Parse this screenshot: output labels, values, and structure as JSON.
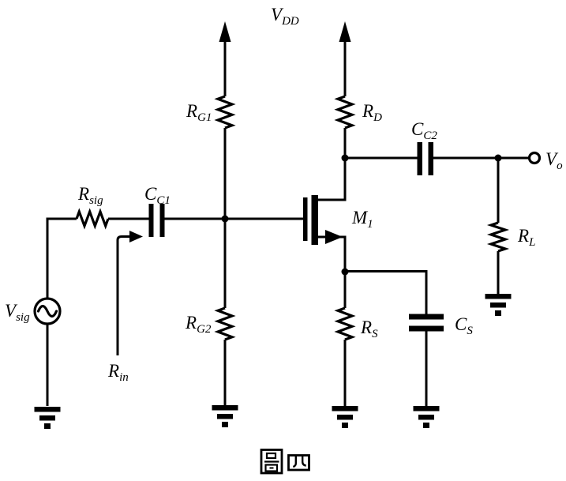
{
  "caption": {
    "text": "圖四"
  },
  "labels": {
    "vdd": {
      "main": "V",
      "sub": "DD"
    },
    "rg1": {
      "main": "R",
      "sub": "G1"
    },
    "rd": {
      "main": "R",
      "sub": "D"
    },
    "cc2": {
      "main": "C",
      "sub": "C2"
    },
    "vo": {
      "main": "V",
      "sub": "o"
    },
    "rsig": {
      "main": "R",
      "sub": "sig"
    },
    "cc1": {
      "main": "C",
      "sub": "C1"
    },
    "m1": {
      "main": "M",
      "sub": "1"
    },
    "rl": {
      "main": "R",
      "sub": "L"
    },
    "vsig": {
      "main": "V",
      "sub": "sig"
    },
    "rin": {
      "main": "R",
      "sub": "in"
    },
    "rg2": {
      "main": "R",
      "sub": "G2"
    },
    "rs": {
      "main": "R",
      "sub": "S"
    },
    "cs": {
      "main": "C",
      "sub": "S"
    }
  },
  "colors": {
    "ink": "#000000",
    "background": "#ffffff"
  }
}
